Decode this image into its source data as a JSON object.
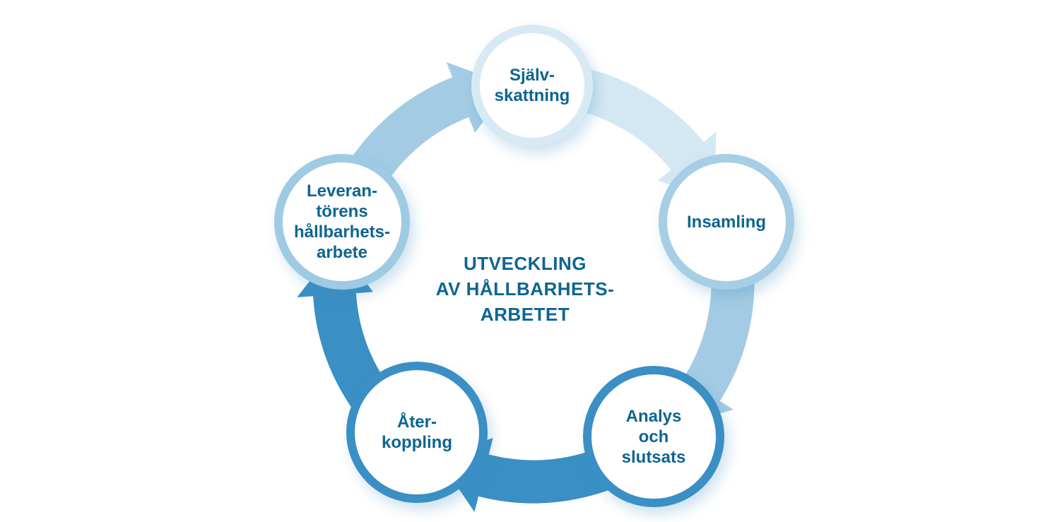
{
  "center_title": [
    "UTVECKLING",
    "AV HÅLLBARHETS-",
    "ARBETET"
  ],
  "steps": [
    {
      "lines": [
        "Själv-",
        "skattning"
      ],
      "color": "#d7eaf4"
    },
    {
      "lines": [
        "Insamling"
      ],
      "color": "#a6cee5"
    },
    {
      "lines": [
        "Analys",
        "och",
        "slutsats"
      ],
      "color": "#3a8fc4"
    },
    {
      "lines": [
        "Åter-",
        "koppling"
      ],
      "color": "#3a8fc4"
    },
    {
      "lines": [
        "Leveran-",
        "törens",
        "hållbarhets-",
        "arbete"
      ],
      "color": "#9fcae3"
    }
  ],
  "arrow_colors": [
    "#d4e8f3",
    "#a3cce4",
    "#3a8fc4",
    "#3a8fc4",
    "#a3cce4"
  ],
  "text_color": "#0d6591"
}
